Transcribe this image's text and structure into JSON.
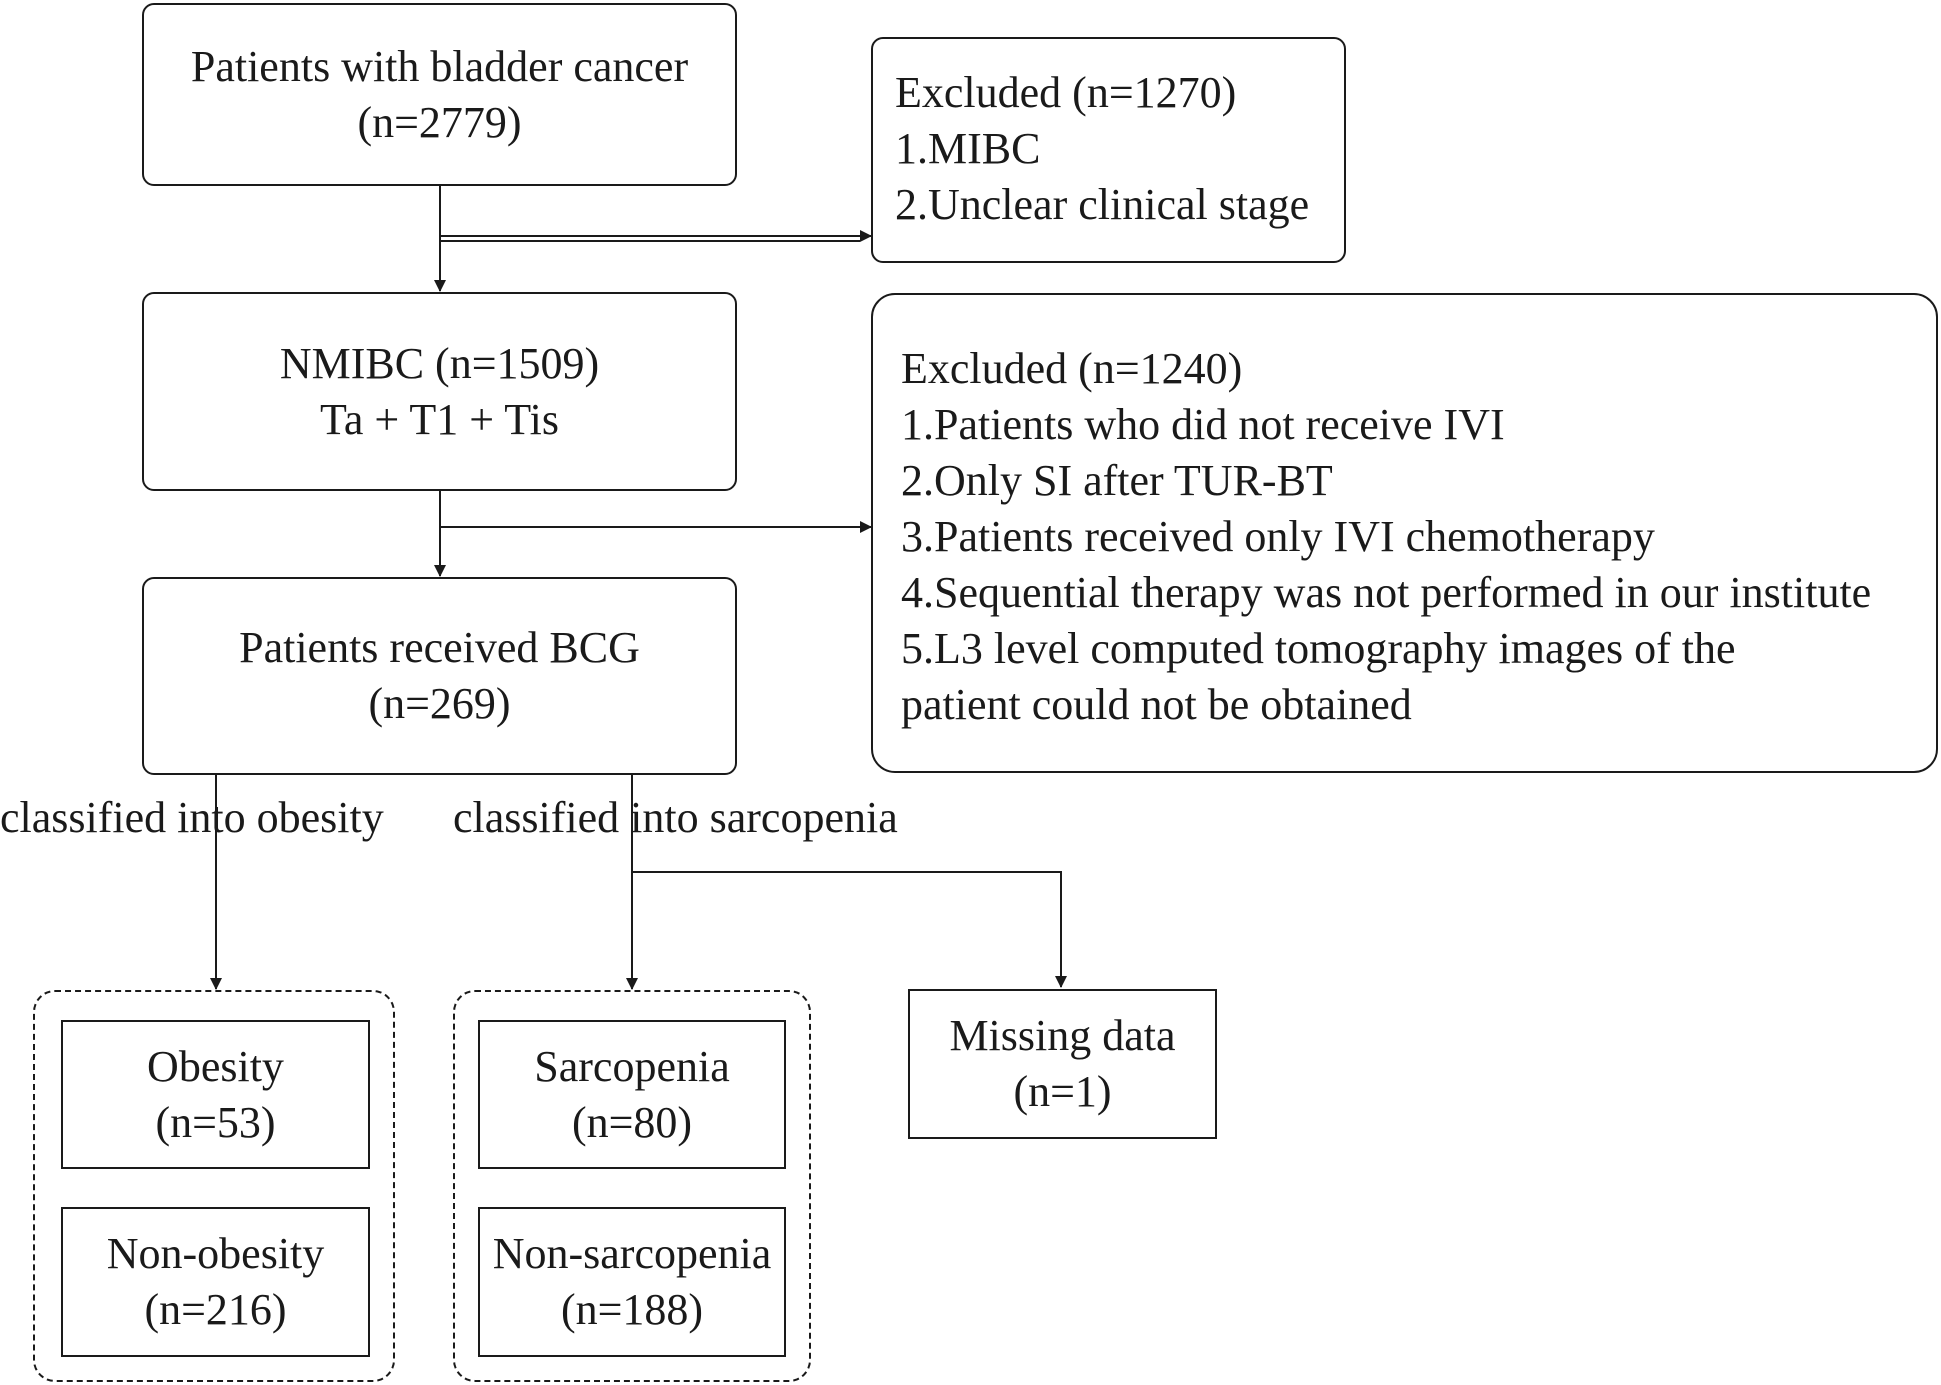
{
  "nodes": {
    "start": {
      "line1": "Patients with bladder cancer",
      "line2": "(n=2779)"
    },
    "excluded1": {
      "title": "Excluded (n=1270)",
      "items": [
        "1.MIBC",
        "2.Unclear clinical stage"
      ]
    },
    "nmibc": {
      "line1": "NMIBC (n=1509)",
      "line2": "Ta + T1 + Tis"
    },
    "excluded2": {
      "title": "Excluded (n=1240)",
      "items": [
        "1.Patients who did not receive IVI",
        "2.Only SI after TUR-BT",
        "3.Patients received only IVI chemotherapy",
        "4.Sequential therapy was not performed in our institute",
        "5.L3 level computed tomography images of the",
        "patient could not be obtained"
      ]
    },
    "bcg": {
      "line1": "Patients received BCG",
      "line2": "(n=269)"
    },
    "obesity": {
      "line1": "Obesity",
      "line2": "(n=53)"
    },
    "non_obesity": {
      "line1": "Non-obesity",
      "line2": "(n=216)"
    },
    "sarcopenia": {
      "line1": "Sarcopenia",
      "line2": "(n=80)"
    },
    "non_sarcopenia": {
      "line1": "Non-sarcopenia",
      "line2": "(n=188)"
    },
    "missing": {
      "line1": "Missing data",
      "line2": "(n=1)"
    }
  },
  "labels": {
    "obesity_branch": "classified into obesity",
    "sarcopenia_branch": "classified into sarcopenia"
  }
}
